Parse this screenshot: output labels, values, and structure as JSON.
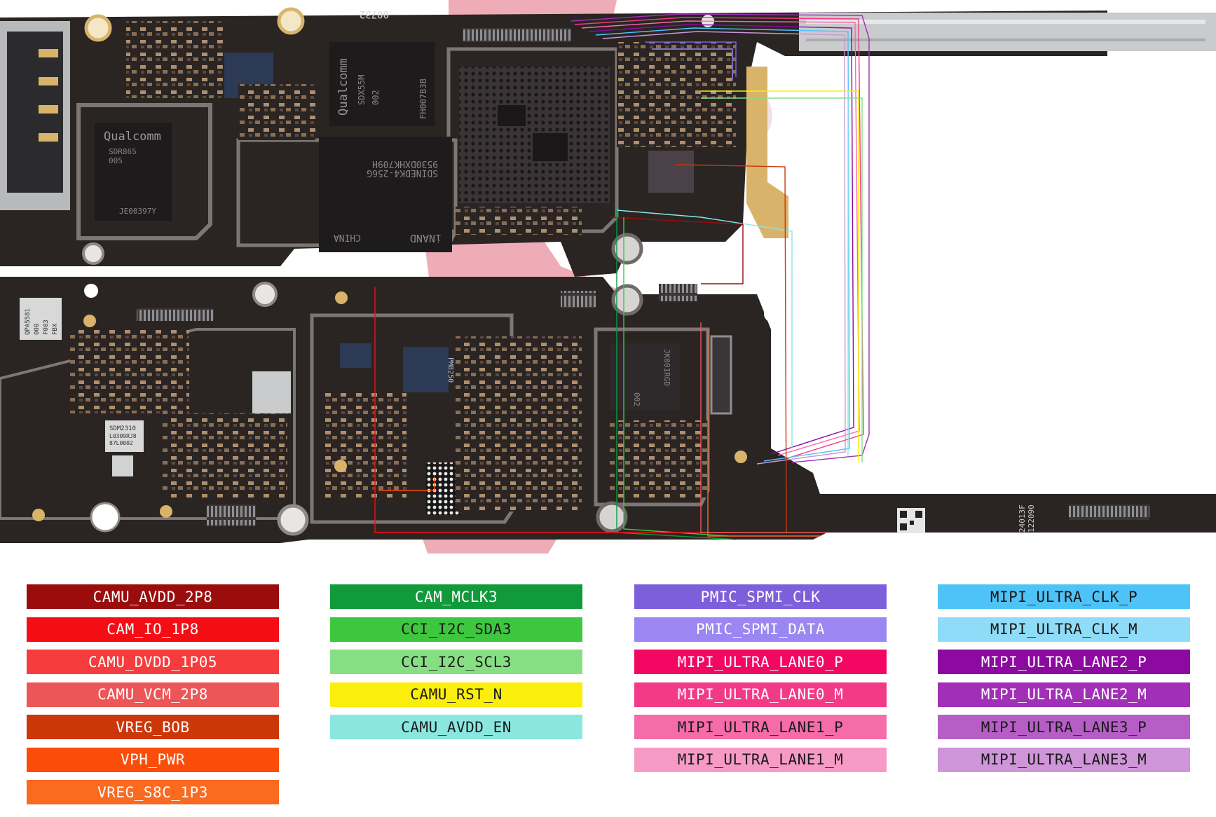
{
  "board": {
    "colors": {
      "pcb": "#2a2523",
      "pcb_edge": "#3a3330",
      "chip": "#1d1b1c",
      "shield_metal": "#c9cbcd",
      "pad_gold": "#d9b36a",
      "watermark": "#e06a7a"
    },
    "labels": {
      "board_code": "00732",
      "qualcomm_main": "Qualcomm",
      "sdr_chip": "SDR865",
      "sdr_chip_sub": "005",
      "sdr_chip_lot": "JE00397Y",
      "sdx_chip": "Qualcomm",
      "sdx_chip_model": "SDX55M",
      "sdx_chip_sub": "002",
      "sdx_chip_lot": "FH007B3B",
      "memory_chip": "SDINEDK4-256G",
      "memory_chip_lot": "9530DXHK709H",
      "memory_chip_china": "CHINA",
      "memory_chip_brand": "iNAND",
      "pmic_small": "PM8250",
      "sensor_chip": "JK001RGD",
      "sensor_chip_sub": "002",
      "sdm_chip": "SDM2310",
      "sdm_chip_sub": "L0309RJ8",
      "sdm_chip_lot": "87L0002",
      "qpa_chip": "QPA5581",
      "qpa_chip_sub": "000",
      "qpa_chip_code": "F003",
      "qpa_chip_fbx": "FBX",
      "date_code_1": "24013F",
      "date_code_2": "122090"
    }
  },
  "legend": {
    "columns": [
      {
        "items": [
          {
            "label": "CAMU_AVDD_2P8",
            "bg": "#9b0d0d",
            "fg": "#ffffff"
          },
          {
            "label": "CAM_IO_1P8",
            "bg": "#f40d15",
            "fg": "#ffffff"
          },
          {
            "label": "CAMU_DVDD_1P05",
            "bg": "#f63c3c",
            "fg": "#ffffff"
          },
          {
            "label": "CAMU_VCM_2P8",
            "bg": "#ec5656",
            "fg": "#ffffff"
          },
          {
            "label": "VREG_BOB",
            "bg": "#cc3709",
            "fg": "#ffffff"
          },
          {
            "label": "VPH_PWR",
            "bg": "#fa4d0a",
            "fg": "#ffffff"
          },
          {
            "label": "VREG_S8C_1P3",
            "bg": "#fa6a21",
            "fg": "#ffffff"
          }
        ]
      },
      {
        "items": [
          {
            "label": "CAM_MCLK3",
            "bg": "#119a3a",
            "fg": "#ffffff"
          },
          {
            "label": "CCI_I2C_SDA3",
            "bg": "#3ec73e",
            "fg": "#1a1a1a"
          },
          {
            "label": "CCI_I2C_SCL3",
            "bg": "#86e083",
            "fg": "#1a1a1a"
          },
          {
            "label": "CAMU_RST_N",
            "bg": "#fbee0a",
            "fg": "#1a1a1a"
          },
          {
            "label": "CAMU_AVDD_EN",
            "bg": "#8ae7e0",
            "fg": "#1a1a1a"
          }
        ]
      },
      {
        "items": [
          {
            "label": "PMIC_SPMI_CLK",
            "bg": "#7e5fdb",
            "fg": "#ffffff"
          },
          {
            "label": "PMIC_SPMI_DATA",
            "bg": "#9a87f2",
            "fg": "#ffffff"
          },
          {
            "label": "MIPI_ULTRA_LANE0_P",
            "bg": "#f20863",
            "fg": "#ffffff"
          },
          {
            "label": "MIPI_ULTRA_LANE0_M",
            "bg": "#f33a87",
            "fg": "#ffffff"
          },
          {
            "label": "MIPI_ULTRA_LANE1_P",
            "bg": "#f56ca8",
            "fg": "#1a1a1a"
          },
          {
            "label": "MIPI_ULTRA_LANE1_M",
            "bg": "#f79bc6",
            "fg": "#1a1a1a"
          }
        ]
      },
      {
        "items": [
          {
            "label": "MIPI_ULTRA_CLK_P",
            "bg": "#4ec3f8",
            "fg": "#1a1a1a"
          },
          {
            "label": "MIPI_ULTRA_CLK_M",
            "bg": "#8fdcf8",
            "fg": "#1a1a1a"
          },
          {
            "label": "MIPI_ULTRA_LANE2_P",
            "bg": "#8c0aa0",
            "fg": "#ffffff"
          },
          {
            "label": "MIPI_ULTRA_LANE2_M",
            "bg": "#a22fb7",
            "fg": "#ffffff"
          },
          {
            "label": "MIPI_ULTRA_LANE3_P",
            "bg": "#b65ec6",
            "fg": "#1a1a1a"
          },
          {
            "label": "MIPI_ULTRA_LANE3_M",
            "bg": "#cf95d9",
            "fg": "#1a1a1a"
          }
        ]
      }
    ]
  }
}
